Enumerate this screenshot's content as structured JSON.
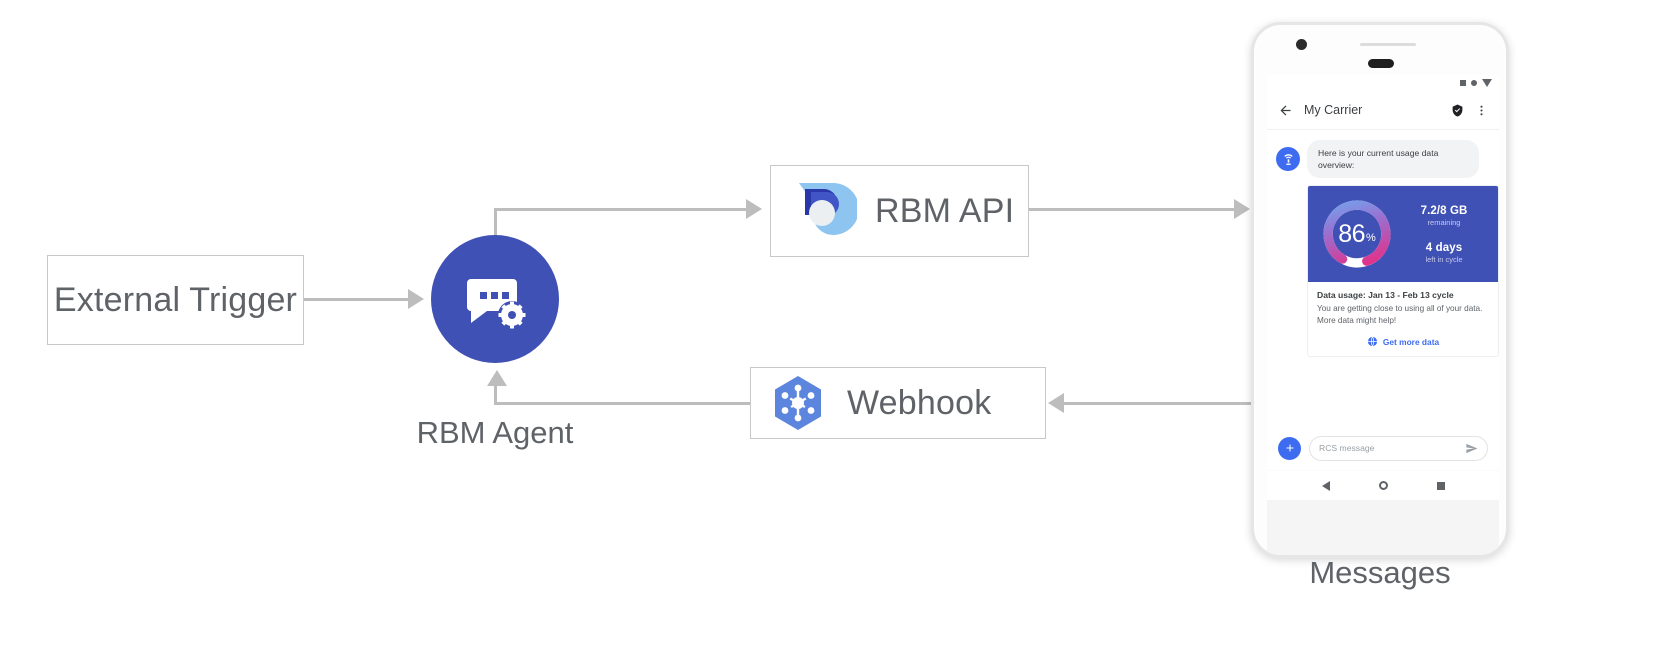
{
  "diagram": {
    "nodes": {
      "external_trigger": {
        "label": "External Trigger"
      },
      "rbm_agent": {
        "label": "RBM Agent",
        "icon": "chat-gear-icon",
        "color": "#3f51b5"
      },
      "rbm_api": {
        "label": "RBM API",
        "icon": "rbm-api-icon"
      },
      "webhook": {
        "label": "Webhook",
        "icon": "cloud-functions-hexagon-icon"
      },
      "messages": {
        "label": "Messages"
      }
    }
  },
  "phone": {
    "status_bar": {
      "icons": [
        "square-icon",
        "circle-icon",
        "triangle-down-icon"
      ]
    },
    "app_bar": {
      "back_icon": "back-arrow-icon",
      "title": "My Carrier",
      "verified_icon": "verified-shield-icon",
      "overflow_icon": "overflow-menu-icon"
    },
    "conversation": {
      "agent_avatar_icon": "carrier-antenna-icon",
      "message_text": "Here is your current usage data overview:"
    },
    "rich_card": {
      "gauge": {
        "percent": "86",
        "percent_symbol": "%"
      },
      "data_remaining_value": "7.2/8 GB",
      "data_remaining_label": "remaining",
      "days_value": "4 days",
      "days_label": "left in cycle",
      "title": "Data usage: Jan 13 - Feb 13 cycle",
      "description": "You are getting close to using all of your data. More data might help!",
      "action_icon": "globe-icon",
      "action_label": "Get more data"
    },
    "composer": {
      "plus_icon": "plus-icon",
      "placeholder": "RCS message",
      "send_icon": "send-icon"
    },
    "nav_bar": {
      "items": [
        "back-nav-icon",
        "home-nav-icon",
        "recents-nav-icon"
      ]
    }
  },
  "colors": {
    "accent_indigo": "#3f51b5",
    "accent_blue": "#3d6cf0",
    "gauge_pink": "#e0338c",
    "gauge_blue": "#6fa8f0",
    "connector_gray": "#bdbdbd",
    "text_gray": "#5f6368"
  }
}
